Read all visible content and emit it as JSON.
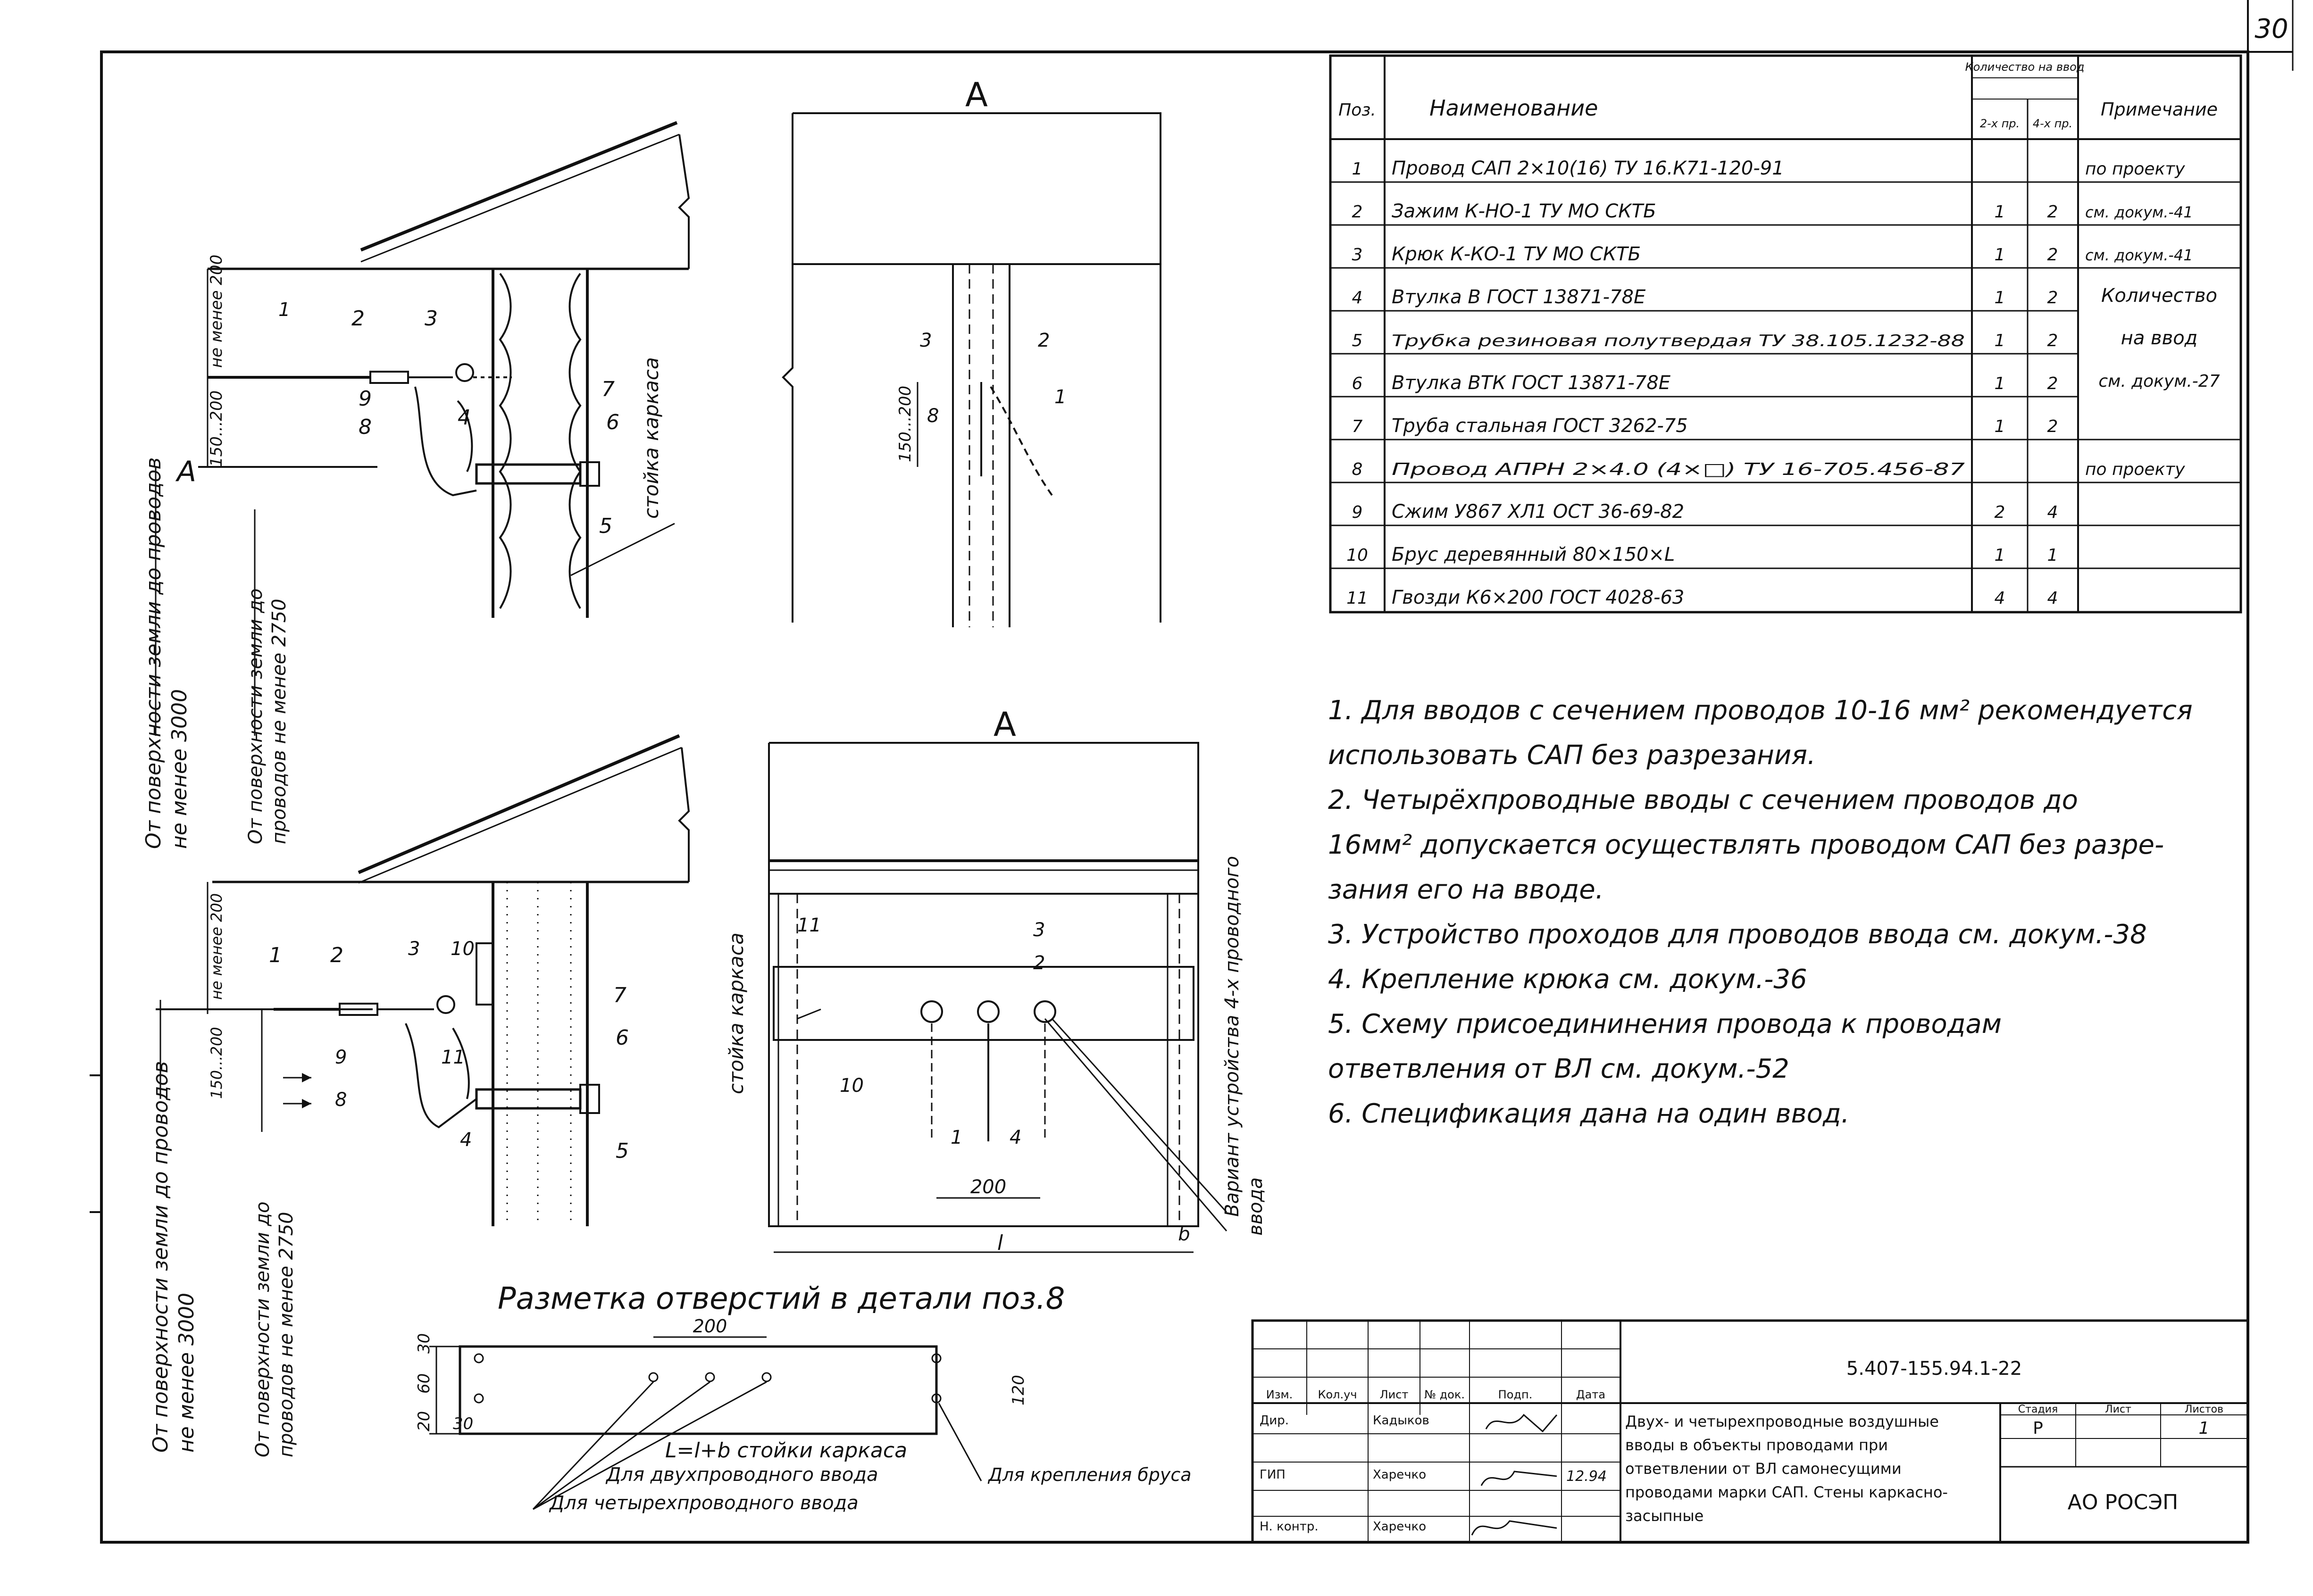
{
  "sheet": {
    "page_number": "30"
  },
  "spec_table": {
    "headers": {
      "pos": "Поз.",
      "name": "Наименование",
      "qty_group": "Количество на ввод",
      "qty_2": "2-х пр.",
      "qty_4": "4-х пр.",
      "note": "Примечание"
    },
    "rows": [
      {
        "pos": "1",
        "name": "Провод САП 2×10(16)  ТУ 16.К71-120-91",
        "q2": "",
        "q4": "",
        "note": "по проекту"
      },
      {
        "pos": "2",
        "name": "Зажим  К-НО-1   ТУ МО СКТБ",
        "q2": "1",
        "q4": "2",
        "note": "см. докум.-41"
      },
      {
        "pos": "3",
        "name": "Крюк  К-КО-1   ТУ МО СКТБ",
        "q2": "1",
        "q4": "2",
        "note": "см. докум.-41"
      },
      {
        "pos": "4",
        "name": "Втулка  В  ГОСТ 13871-78Е",
        "q2": "1",
        "q4": "2",
        "note": ""
      },
      {
        "pos": "5",
        "name": "Трубка резиновая полутвердая ТУ 38.105.1232-88",
        "q2": "1",
        "q4": "2",
        "note": ""
      },
      {
        "pos": "6",
        "name": "Втулка  ВТК  ГОСТ 13871-78Е",
        "q2": "1",
        "q4": "2",
        "note": ""
      },
      {
        "pos": "7",
        "name": "Труба стальная  ГОСТ 3262-75",
        "q2": "1",
        "q4": "2",
        "note": ""
      },
      {
        "pos": "8",
        "name": "Провод АПРН 2×4.0 (4×□) ТУ 16-705.456-87",
        "q2": "",
        "q4": "",
        "note": "по проекту"
      },
      {
        "pos": "9",
        "name": "Сжим  У867 ХЛ1   ОСТ 36-69-82",
        "q2": "2",
        "q4": "4",
        "note": ""
      },
      {
        "pos": "10",
        "name": "Брус деревянный  80×150×L",
        "q2": "1",
        "q4": "1",
        "note": ""
      },
      {
        "pos": "11",
        "name": "Гвозди  К6×200   ГОСТ 4028-63",
        "q2": "4",
        "q4": "4",
        "note": ""
      }
    ],
    "merged_note": [
      "Количество",
      "на ввод",
      "см. докум.-27"
    ]
  },
  "notes": [
    "1. Для вводов с сечением проводов 10-16 мм² рекомендуется",
    "использовать САП без разрезания.",
    "2. Четырёхпроводные  вводы с сечением проводов до",
    "16мм² допускается осуществлять проводом САП без разре-",
    "зания его на вводе.",
    "3. Устройство проходов  для проводов ввода см. докум.-38",
    "4. Крепление крюка  см. докум.-36",
    "5. Схему присоедининения провода  к проводам",
    "ответвления от ВЛ см. докум.-52",
    "6. Спецификация дана на один ввод."
  ],
  "drawings": {
    "section_label": "А",
    "dim_not_less_200": "не менее 200",
    "dim_150_200": "150...200",
    "dim_200": "200",
    "dim_b": "b",
    "dim_l": "l",
    "label_ground_3000": [
      "От поверхности земли до проводов",
      "не менее 3000"
    ],
    "label_ground_2750": [
      "От поверхности земли до",
      "проводов не менее 2750"
    ],
    "label_stoyka": "стойка каркаса",
    "label_variant": [
      "Вариант устройства 4-х проводного",
      "ввода"
    ],
    "marking_title": "Разметка отверстий в детали поз.8",
    "marking_dims": {
      "d30": "30",
      "d60": "60",
      "d20": "20",
      "d200": "200",
      "d120": "120"
    },
    "marking_labels": {
      "length": "L=l+b стойки каркаса",
      "two_wire": "Для двухпроводного ввода",
      "four_wire": "Для четырехпроводного ввода",
      "beam": "Для крепления бруса"
    },
    "callouts": [
      "1",
      "2",
      "3",
      "4",
      "5",
      "6",
      "7",
      "8",
      "9",
      "10",
      "11"
    ]
  },
  "title_block": {
    "code": "5.407-155.94.1-22",
    "col_headers": [
      "Изм.",
      "Кол.уч",
      "Лист",
      "№ док.",
      "Подп.",
      "Дата"
    ],
    "roles": [
      {
        "role": "Дир.",
        "name": "Кадыков",
        "date": ""
      },
      {
        "role": "ГИП",
        "name": "Харечко",
        "date": "12.94"
      },
      {
        "role": "Н. контр.",
        "name": "Харечко",
        "date": ""
      }
    ],
    "title": [
      "Двух- и четырехпроводные воздушные",
      "вводы в объекты проводами при",
      "ответвлении от ВЛ самонесущими",
      "проводами марки САП. Стены каркасно-",
      "засыпные"
    ],
    "stage_label": "Стадия",
    "sheet_label": "Лист",
    "sheets_label": "Листов",
    "stage": "Р",
    "sheets": "1",
    "org": "АО РОСЭП"
  }
}
